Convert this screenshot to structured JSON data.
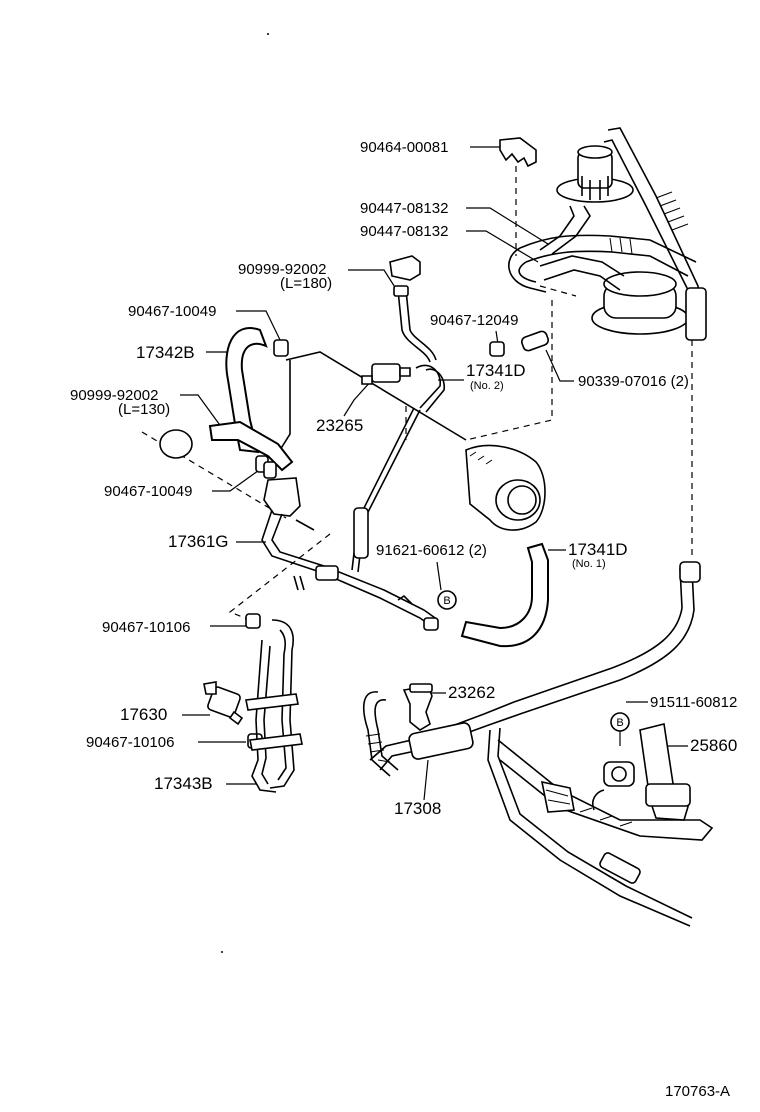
{
  "diagram_id": "170763-A",
  "labels": {
    "p90464_00081": "90464-00081",
    "p90447_08132_a": "90447-08132",
    "p90447_08132_b": "90447-08132",
    "p90999_92002_a": "90999-92002",
    "p90999_92002_a_len": "(L=180)",
    "p90467_10049_a": "90467-10049",
    "p90467_12049": "90467-12049",
    "p17342B": "17342B",
    "p17341D_no2": "17341D",
    "p17341D_no2_sub": "(No. 2)",
    "p90339_07016": "90339-07016 (2)",
    "p90999_92002_b": "90999-92002",
    "p90999_92002_b_len": "(L=130)",
    "p23265": "23265",
    "p90467_10049_b": "90467-10049",
    "p17361G": "17361G",
    "p91621_60612": "91621-60612 (2)",
    "p17341D_no1": "17341D",
    "p17341D_no1_sub": "(No. 1)",
    "p90467_10106_a": "90467-10106",
    "p23262": "23262",
    "p91511_60812": "91511-60812",
    "p17630": "17630",
    "p90467_10106_b": "90467-10106",
    "p25860": "25860",
    "p17343B": "17343B",
    "p17308": "17308"
  },
  "markers": {
    "b_marker_1": "B",
    "b_marker_2": "B"
  }
}
